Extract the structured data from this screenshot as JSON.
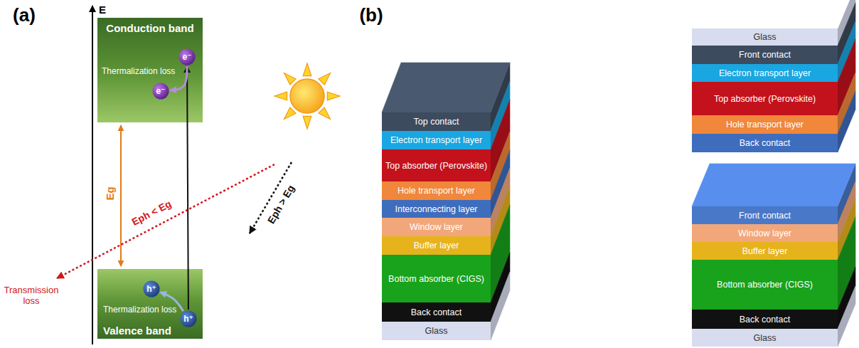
{
  "diagram": {
    "nodes": [
      {
        "text": [
          "Conduction band",
          "Thermalization loss"
        ]
      },
      {
        "text": [
          "e⁻"
        ],
        "in": 0
      },
      {
        "text": [
          "e⁻"
        ],
        "in": 0
      },
      {
        "text": [
          "Valence band",
          "Thermalization loss"
        ]
      },
      {
        "text": [
          "h⁺"
        ],
        "in": 3
      },
      {
        "text": [
          "h⁺"
        ],
        "in": 3
      },
      {
        "text": [
          "Top contact"
        ]
      },
      {
        "text": [
          "Electron transport layer"
        ]
      },
      {
        "text": [
          "Top absorber (Perovskite)"
        ]
      },
      {
        "text": [
          "Hole transport layer"
        ]
      },
      {
        "text": [
          "Interconnecting layer"
        ]
      },
      {
        "text": [
          "Window layer"
        ]
      },
      {
        "text": [
          "Buffer layer"
        ]
      },
      {
        "text": [
          "Bottom absorber (CIGS)"
        ]
      },
      {
        "text": [
          "Back contact"
        ]
      },
      {
        "text": [
          "Glass"
        ]
      },
      {
        "text": [
          "Glass"
        ]
      },
      {
        "text": [
          "Front contact"
        ]
      },
      {
        "text": [
          "Electron transport layer"
        ]
      },
      {
        "text": [
          "Top absorber (Perovskite)"
        ]
      },
      {
        "text": [
          "Hole transport layer"
        ]
      },
      {
        "text": [
          "Back contact"
        ]
      },
      {
        "text": [
          "Front contact"
        ]
      },
      {
        "text": [
          "Window layer"
        ]
      },
      {
        "text": [
          "Buffer layer"
        ]
      },
      {
        "text": [
          "Bottom absorber (CIGS)"
        ]
      },
      {
        "text": [
          "Back contact"
        ]
      },
      {
        "text": [
          "Glass"
        ]
      }
    ],
    "edges": [
      {
        "from": 4,
        "to": 1,
        "arrow": "to"
      },
      {
        "from": 1,
        "to": 2,
        "arrow": "to"
      },
      {
        "from": 4,
        "to": 5,
        "arrow": "to"
      }
    ],
    "labels": [
      "(a)",
      "E",
      "Eg",
      "Eph < Eg",
      "Eph > Eg",
      "Transmission loss",
      "(b)"
    ]
  }
}
